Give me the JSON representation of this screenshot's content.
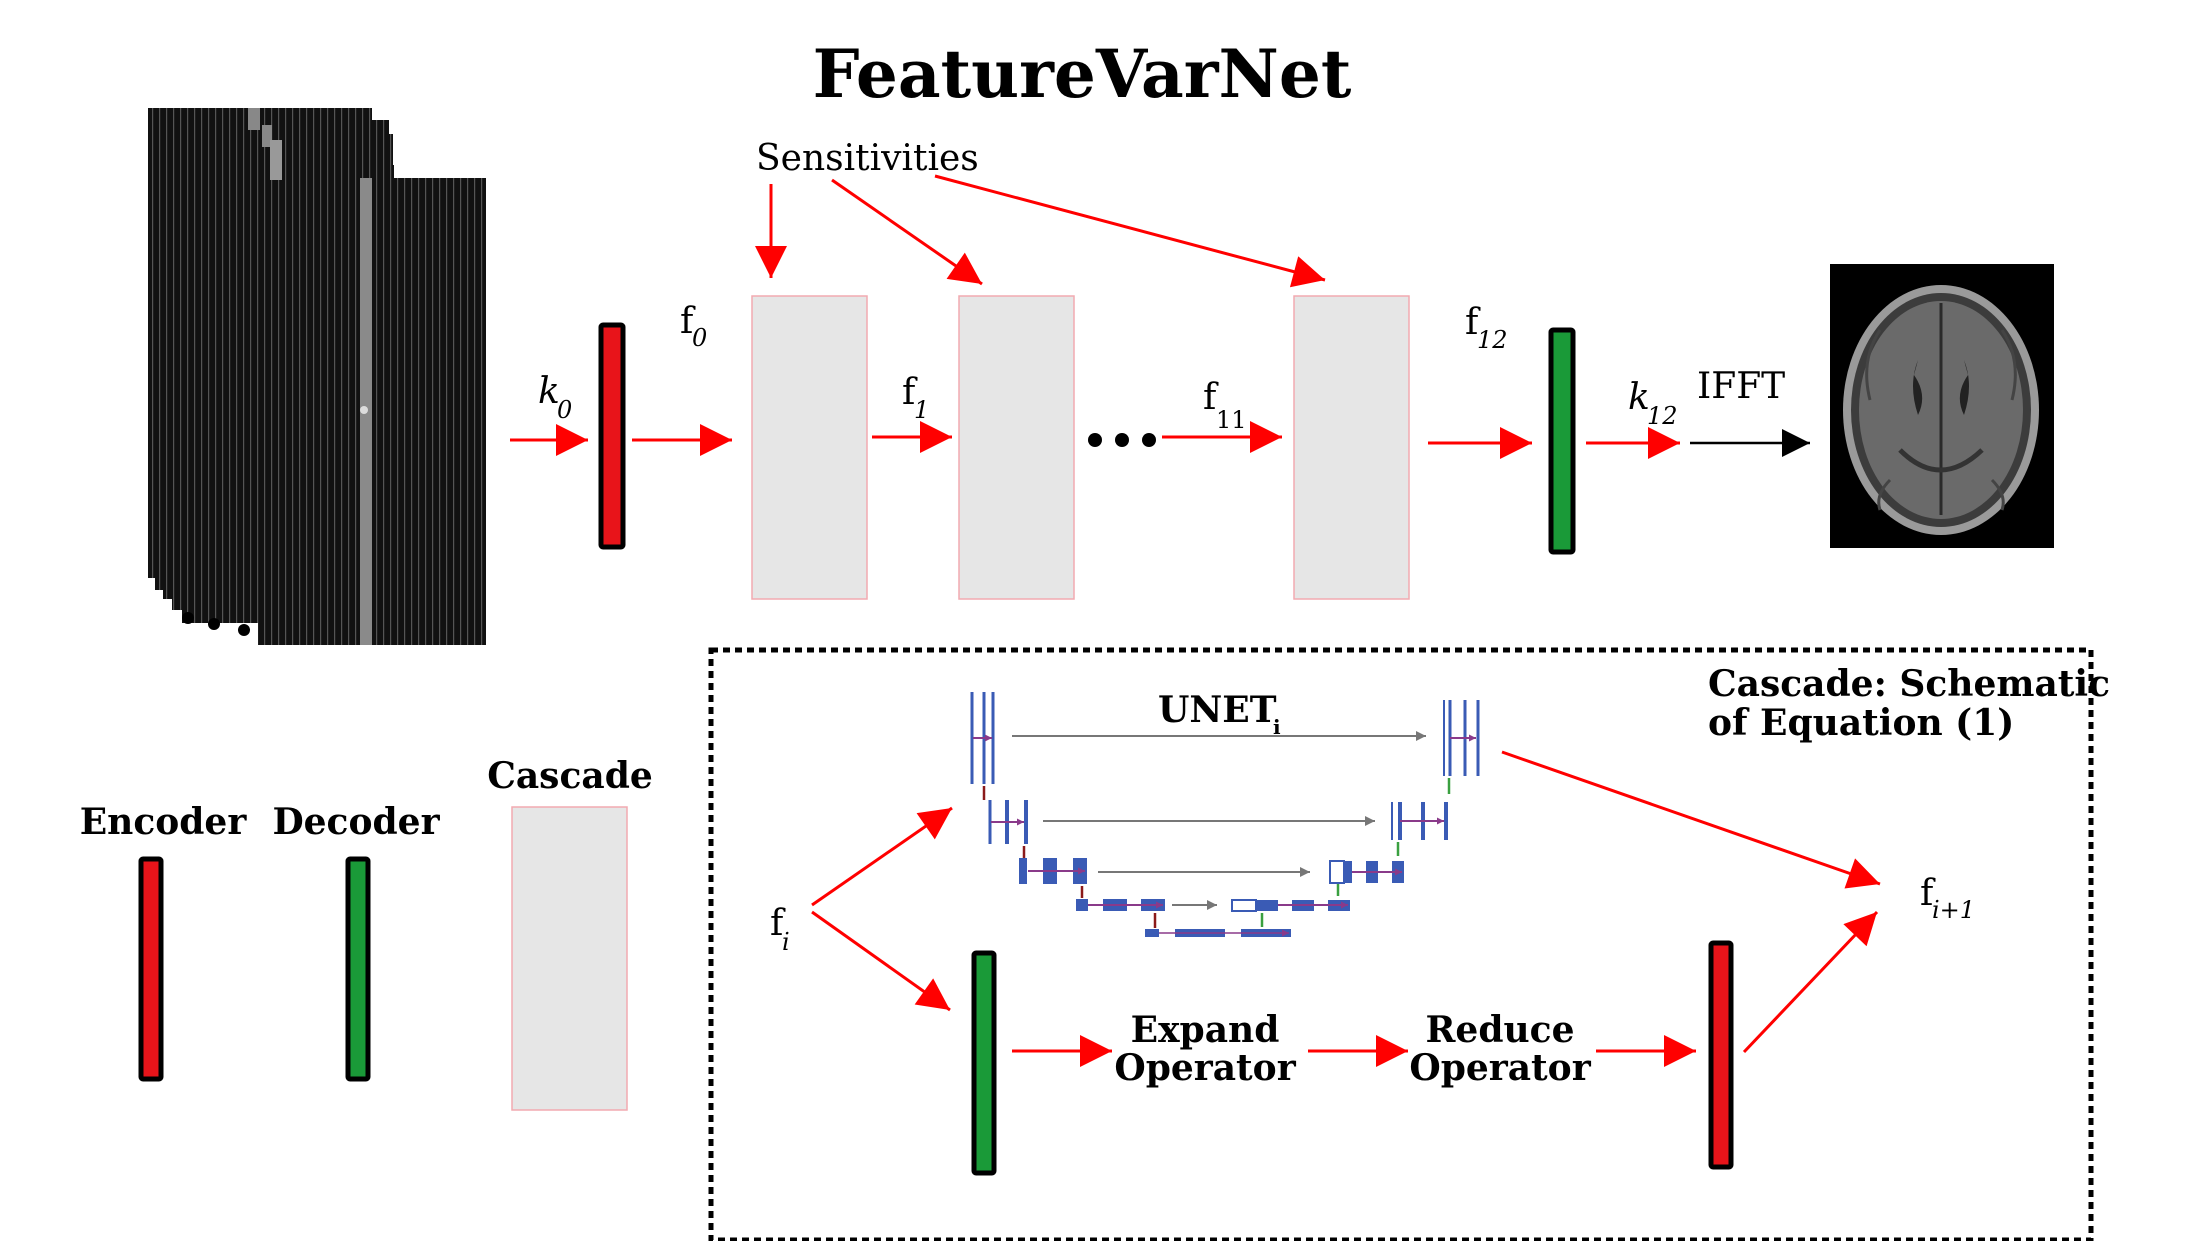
{
  "title": "FeatureVarNet",
  "sensitivities_label": "Sensitivities",
  "ifft_label": "IFFT",
  "ellipsis": "• • •",
  "k0": {
    "base": "k",
    "sub": "0"
  },
  "k12": {
    "base": "k",
    "sub": "12"
  },
  "f0": {
    "base": "f",
    "sub": "0"
  },
  "f1": {
    "base": "f",
    "sub": "1"
  },
  "f11": {
    "base": "f",
    "sub": "11"
  },
  "f12": {
    "base": "f",
    "sub": "12"
  },
  "legend": {
    "encoder": "Encoder",
    "decoder": "Decoder",
    "cascade": "Cascade"
  },
  "schematic": {
    "title_line1": "Cascade: Schematic",
    "title_line2": "of Equation (1)",
    "unet": {
      "base": "UNET",
      "sub": "i"
    },
    "fi": {
      "base": "f",
      "sub": "i"
    },
    "fi1": {
      "base": "f",
      "sub": "i+1"
    },
    "expand_line1": "Expand",
    "expand_line2": "Operator",
    "reduce_line1": "Reduce",
    "reduce_line2": "Operator"
  },
  "colors": {
    "encoder": "#e8141a",
    "decoder": "#1a9a38",
    "cascade_fill": "#e6e6e6",
    "cascade_border": "#f2aab0",
    "arrow": "#ff0000",
    "unet_blue": "#3a5bb5"
  }
}
